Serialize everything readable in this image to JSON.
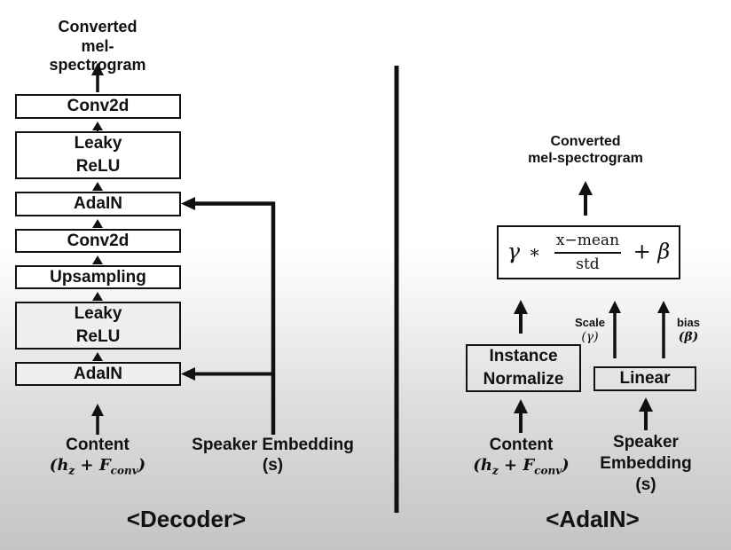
{
  "decoder": {
    "output_label_line1": "Converted",
    "output_label_line2": "mel-spectrogram",
    "layers": [
      {
        "line1": "Conv2d",
        "line2": ""
      },
      {
        "line1": "Leaky",
        "line2": "ReLU"
      },
      {
        "line1": "AdaIN",
        "line2": ""
      },
      {
        "line1": "Conv2d",
        "line2": ""
      },
      {
        "line1": "Upsampling",
        "line2": ""
      },
      {
        "line1": "Leaky",
        "line2": "ReLU"
      },
      {
        "line1": "AdaIN",
        "line2": ""
      }
    ],
    "content_label": "Content",
    "content_formula": "(h_z + F_conv)",
    "content_formula_parts": {
      "open": "(",
      "h": "h",
      "z": "z",
      "plus": " + ",
      "F": "F",
      "conv": "conv",
      "close": ")"
    },
    "speaker_label": "Speaker Embedding",
    "speaker_symbol": "(s)",
    "caption": "<Decoder>"
  },
  "adain": {
    "output_label_line1": "Converted",
    "output_label_line2": "mel-spectrogram",
    "formula": {
      "gamma": "γ",
      "times": "∗",
      "numerator": "x−mean",
      "denominator": "std",
      "plus": "+",
      "beta": "β"
    },
    "instance_norm_line1": "Instance",
    "instance_norm_line2": "Normalize",
    "linear_label": "Linear",
    "scale_label": "Scale",
    "scale_symbol": "(γ)",
    "bias_label": "bias",
    "bias_symbol": "(β)",
    "content_label": "Content",
    "content_formula_parts": {
      "open": "(",
      "h": "h",
      "z": "z",
      "plus": " + ",
      "F": "F",
      "conv": "conv",
      "close": ")"
    },
    "speaker_line1": "Speaker",
    "speaker_line2": "Embedding",
    "speaker_symbol": "(s)",
    "caption": "<AdaIN>"
  }
}
